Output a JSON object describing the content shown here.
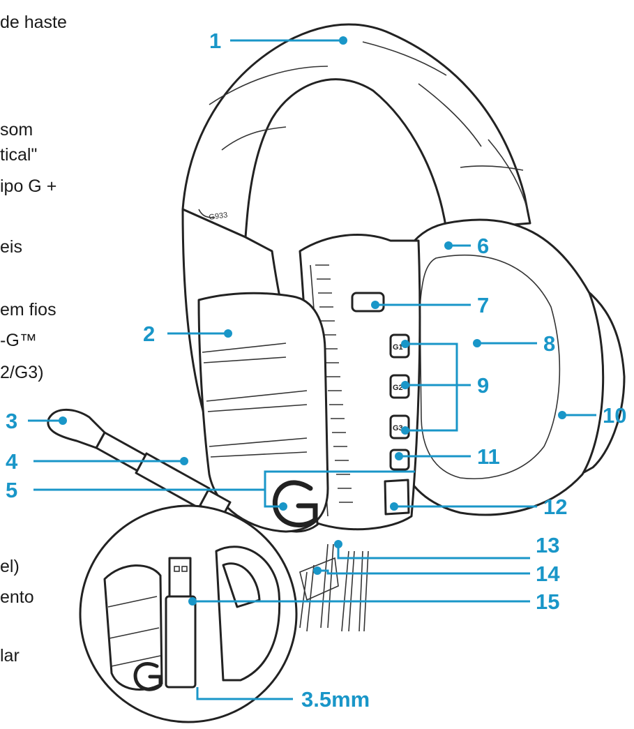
{
  "cropped_text": [
    "de haste",
    "som",
    "tical\"",
    "ipo G +",
    "eis",
    "em fios",
    "-G™",
    "2/G3)",
    "el)",
    "ento",
    "lar"
  ],
  "callouts": {
    "c1": "1",
    "c2": "2",
    "c3": "3",
    "c4": "4",
    "c5": "5",
    "c6": "6",
    "c7": "7",
    "c8": "8",
    "c9": "9",
    "c10": "10",
    "c11": "11",
    "c12": "12",
    "c13": "13",
    "c14": "14",
    "c15": "15",
    "jack": "3.5mm"
  },
  "product": {
    "model_mark": "G933",
    "button_g1": "G1",
    "button_g2": "G2",
    "button_g3": "G3"
  },
  "colors": {
    "callout_blue": "#1996c8",
    "ink": "#222222",
    "background": "#ffffff"
  },
  "icons": [
    "logitech-g-logo-icon"
  ]
}
